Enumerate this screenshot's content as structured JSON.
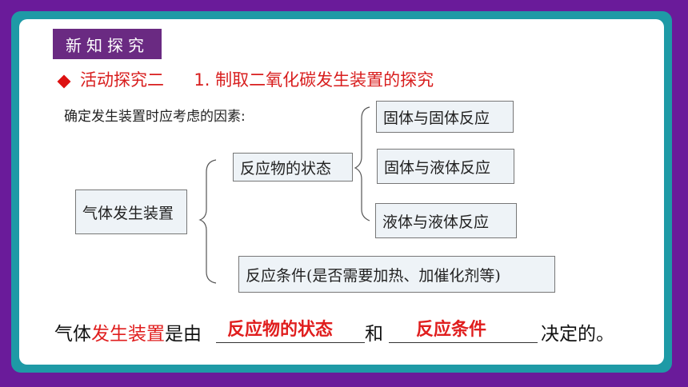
{
  "header": {
    "badge": "新知探究"
  },
  "section": {
    "label": "活动探究二",
    "title": "1. 制取二氧化碳发生装置的探究"
  },
  "factors_text": "确定发生装置时应考虑的因素:",
  "diagram": {
    "root": "气体发生装置",
    "state": "反应物的状态",
    "solid_solid": "固体与固体反应",
    "solid_liquid": "固体与液体反应",
    "liquid_liquid": "液体与液体反应",
    "conditions": "反应条件(是否需要加热、加催化剂等)"
  },
  "conclusion": {
    "part1": "气体",
    "highlight": "发生装置",
    "part2": "是由",
    "answer1": "反应物的状态",
    "conj": "和",
    "answer2": "反应条件",
    "end": "决定的。"
  },
  "colors": {
    "outer": "#6a1b9a",
    "frame": "#1e9aa6",
    "badge": "#6a2a82",
    "red": "#e01e1e"
  }
}
